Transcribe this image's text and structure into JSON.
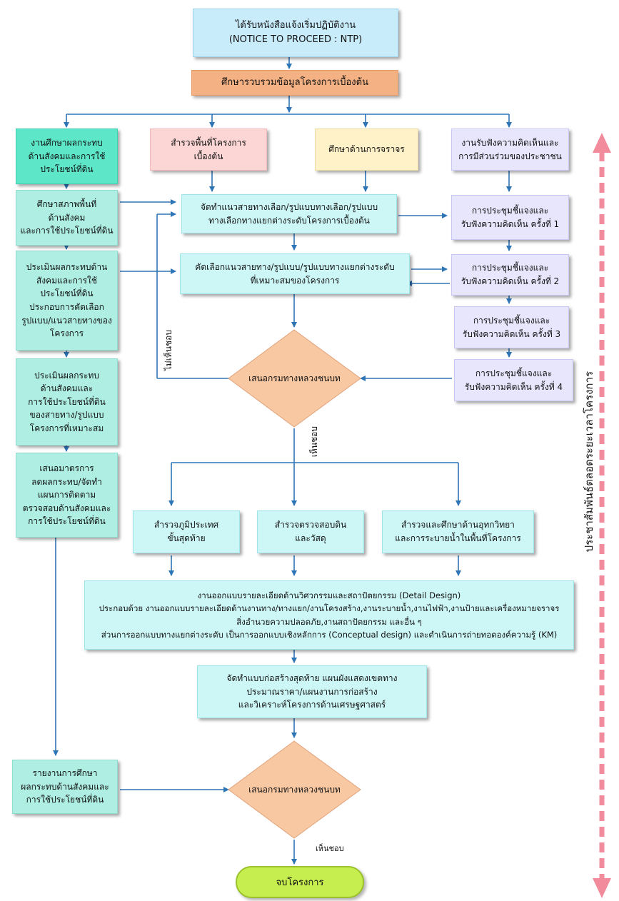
{
  "top": {
    "ntp": "ได้รับหนังสือแจ้งเริ่มปฏิบัติงาน\n(NOTICE TO PROCEED : NTP)",
    "study": "ศึกษารวบรวมข้อมูลโครงการเบื้องต้น"
  },
  "branches": {
    "social": "งานศึกษาผลกระทบ\nด้านสังคมและการใช้\nประโยชน์ที่ดิน",
    "survey_area": "สำรวจพื้นที่โครงการ\nเบื้องต้น",
    "traffic": "ศึกษาด้านการจราจร",
    "participation": "งานรับฟังความคิดเห็นและ\nการมีส่วนร่วมของประชาชน"
  },
  "left_col": {
    "study_area": "ศึกษาสภาพพื้นที่\nด้านสังคม\nและการใช้ประโยชน์ที่ดิน",
    "assess1": "ประเมินผลกระทบด้าน\nสังคมและการใช้\nประโยชน์ที่ดิน\nประกอบการคัดเลือก\nรูปแบบ/แนวสายทางของ\nโครงการ",
    "assess2": "ประเมินผลกระทบ\nด้านสังคมและ\nการใช้ประโยชน์ที่ดิน\nของสายทาง/รูปแบบ\nโครงการที่เหมาะสม",
    "mitigation": "เสนอมาตรการ\nลดผลกระทบ/จัดทำ\nแผนการติดตาม\nตรวจสอบด้านสังคมและ\nการใช้ประโยชน์ที่ดิน",
    "report": "รายงานการศึกษา\nผลกระทบด้านสังคมและ\nการใช้ประโยชน์ที่ดิน"
  },
  "center": {
    "alternatives": "จัดทำแนวสายทางเลือก/รูปแบบทางเลือก/รูปแบบ\nทางเลือกทางแยกต่างระดับโครงการเบื้องต้น",
    "select": "คัดเลือกแนวสายทาง/รูปแบบ/รูปแบบทางแยกต่างระดับ\nที่เหมาะสมของโครงการ",
    "propose1": "เสนอกรมทางหลวงชนบท",
    "disagree": "ไม่เห็นชอบ",
    "agree1": "เห็นชอบ"
  },
  "meetings": {
    "m1": "การประชุมชี้แจงและ\nรับฟังความคิดเห็น  ครั้งที่ 1",
    "m2": "การประชุมชี้แจงและ\nรับฟังความคิดเห็น  ครั้งที่ 2",
    "m3": "การประชุมชี้แจงและ\nรับฟังความคิดเห็น  ครั้งที่ 3",
    "m4": "การประชุมชี้แจงและ\nรับฟังความคิดเห็น  ครั้งที่ 4"
  },
  "surveys": {
    "topo": "สำรวจภูมิประเทศ\nขั้นสุดท้าย",
    "soil": "สำรวจตรวจสอบดิน\nและวัสดุ",
    "hydro": "สำรวจและศึกษาด้านอุทกวิทยา\nและการระบายน้ำในพื้นที่โครงการ"
  },
  "design": {
    "line1": "งานออกแบบรายละเอียดด้านวิศวกรรมและสถาปัตยกรรม  (Detail Design)",
    "line2": "ประกอบด้วย  งานออกแบบรายละเอียดด้านงานทาง/ทางแยก/งานโครงสร้าง,งานระบายน้ำ,งานไฟฟ้า,งานป้ายและเครื่องหมายจราจร",
    "line3": "สิ่งอำนวยความปลอดภัย,งานสถาปัตยกรรม  และอื่น ๆ",
    "line4": "ส่วนการออกแบบทางแยกต่างระดับ  เป็นการออกแบบเชิงหลักการ  (Conceptual design) และดำเนินการถ่ายทอดองค์ความรู้  (KM)"
  },
  "final": {
    "construction": "จัดทำแบบก่อสร้างสุดท้าย  แผนผังแสดงเขตทาง\nประมาณราคา/แผนงานการก่อสร้าง\nและวิเคราะห์โครงการด้านเศรษฐศาสตร์",
    "propose2": "เสนอกรมทางหลวงชนบท",
    "agree2": "เห็นชอบ",
    "end": "จบโครงการ"
  },
  "side_label": "ประชาสัมพันธ์ตลอดระยะเวลาโครงการ",
  "colors": {
    "arrow": "#2e75b6",
    "diamond": "#f8c8a3",
    "side_arrow": "#f28b9b"
  }
}
